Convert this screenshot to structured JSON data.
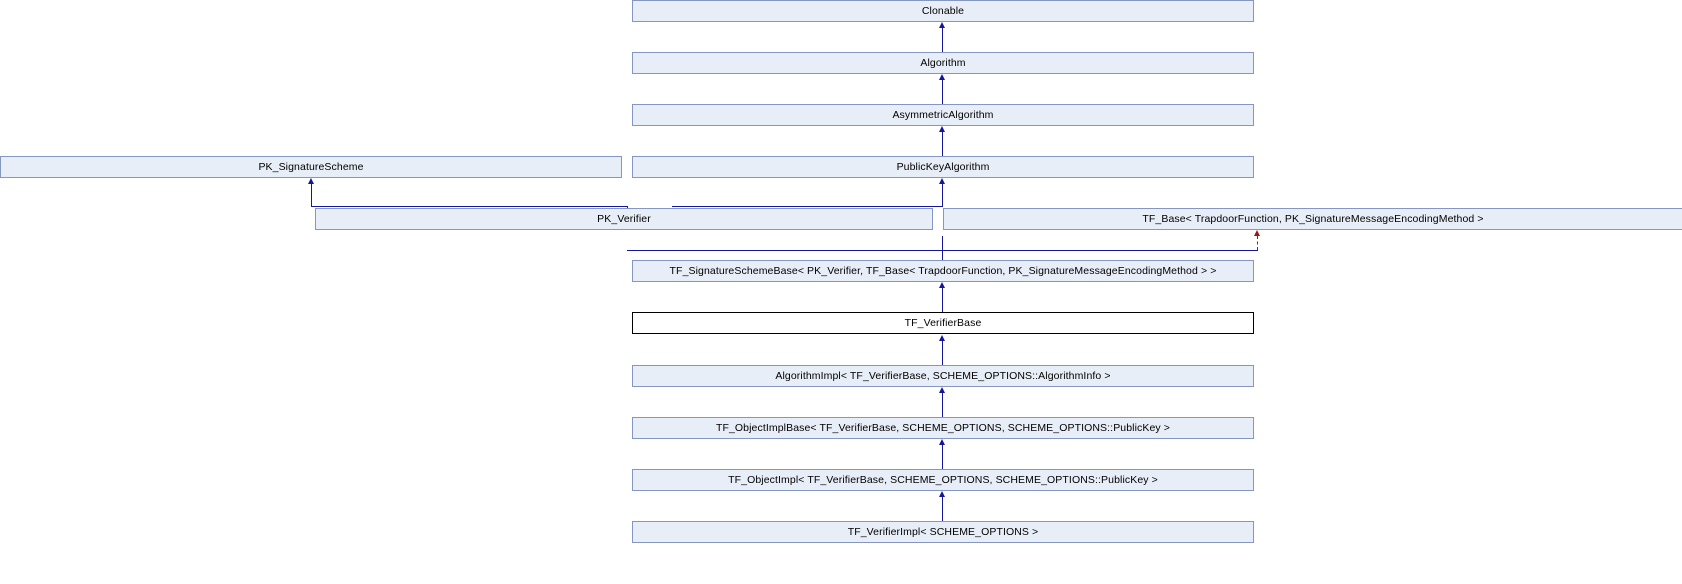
{
  "diagram": {
    "title": "TF_VerifierBase inheritance diagram",
    "type": "uml-inheritance-graph",
    "colors": {
      "node_fill": "#e8eef7",
      "node_border": "#8596c0",
      "current_node_fill": "#ffffff",
      "current_node_border": "#000000",
      "inheritance_edge": "#16169c",
      "template_edge": "#9c1616",
      "background": "#ffffff"
    },
    "nodes": [
      {
        "id": "clonable",
        "label": "Clonable",
        "current": false
      },
      {
        "id": "algorithm",
        "label": "Algorithm",
        "current": false
      },
      {
        "id": "asymmetric-algorithm",
        "label": "AsymmetricAlgorithm",
        "current": false
      },
      {
        "id": "pk-signature-scheme",
        "label": "PK_SignatureScheme",
        "current": false
      },
      {
        "id": "public-key-algorithm",
        "label": "PublicKeyAlgorithm",
        "current": false
      },
      {
        "id": "pk-verifier",
        "label": "PK_Verifier",
        "current": false
      },
      {
        "id": "tf-base",
        "label": "TF_Base< TrapdoorFunction, PK_SignatureMessageEncodingMethod >",
        "current": false
      },
      {
        "id": "tf-signature-scheme-base",
        "label": "TF_SignatureSchemeBase< PK_Verifier, TF_Base< TrapdoorFunction, PK_SignatureMessageEncodingMethod > >",
        "current": false
      },
      {
        "id": "tf-verifier-base",
        "label": "TF_VerifierBase",
        "current": true
      },
      {
        "id": "algorithm-impl",
        "label": "AlgorithmImpl< TF_VerifierBase, SCHEME_OPTIONS::AlgorithmInfo >",
        "current": false
      },
      {
        "id": "tf-object-impl-base",
        "label": "TF_ObjectImplBase< TF_VerifierBase, SCHEME_OPTIONS, SCHEME_OPTIONS::PublicKey >",
        "current": false
      },
      {
        "id": "tf-object-impl",
        "label": "TF_ObjectImpl< TF_VerifierBase, SCHEME_OPTIONS, SCHEME_OPTIONS::PublicKey >",
        "current": false
      },
      {
        "id": "tf-verifier-impl",
        "label": "TF_VerifierImpl< SCHEME_OPTIONS >",
        "current": false
      }
    ]
  }
}
